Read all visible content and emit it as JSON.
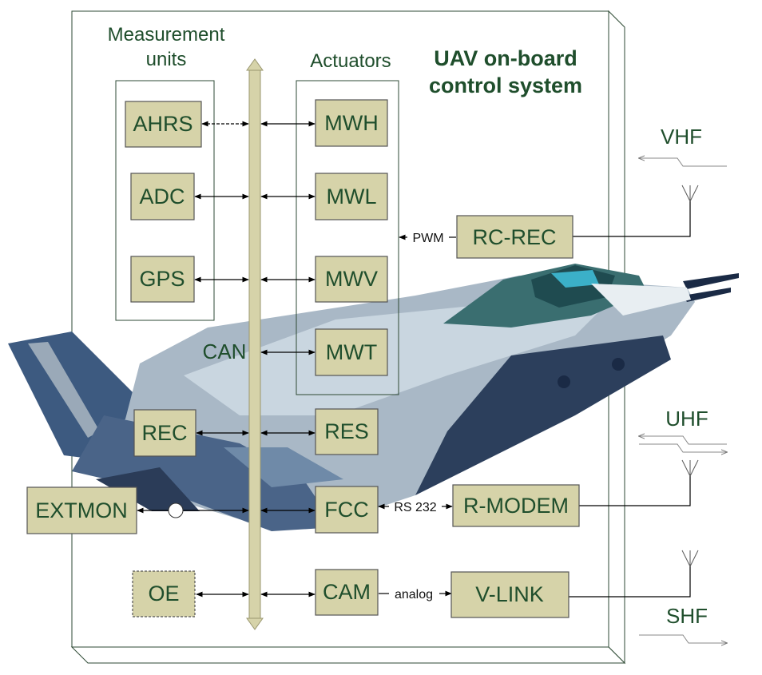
{
  "title": [
    "UAV on-board",
    "control system"
  ],
  "groups": {
    "measurement": [
      "Measurement",
      "units"
    ],
    "actuators": "Actuators"
  },
  "bus_label": "CAN",
  "blocks": {
    "ahrs": "AHRS",
    "adc": "ADC",
    "gps": "GPS",
    "mwh": "MWH",
    "mwl": "MWL",
    "mwv": "MWV",
    "mwt": "MWT",
    "rc_rec": "RC-REC",
    "rec": "REC",
    "res": "RES",
    "extmon": "EXTMON",
    "fcc": "FCC",
    "r_modem": "R-MODEM",
    "oe": "OE",
    "cam": "CAM",
    "v_link": "V-LINK"
  },
  "link_labels": {
    "pwm": "PWM",
    "rs232": "RS 232",
    "analog": "analog"
  },
  "bands": {
    "vhf": "VHF",
    "uhf": "UHF",
    "shf": "SHF"
  },
  "colors": {
    "block_fill": "#d6d3a9",
    "text": "#1f4e2c",
    "bus": "#d6d3a9"
  }
}
